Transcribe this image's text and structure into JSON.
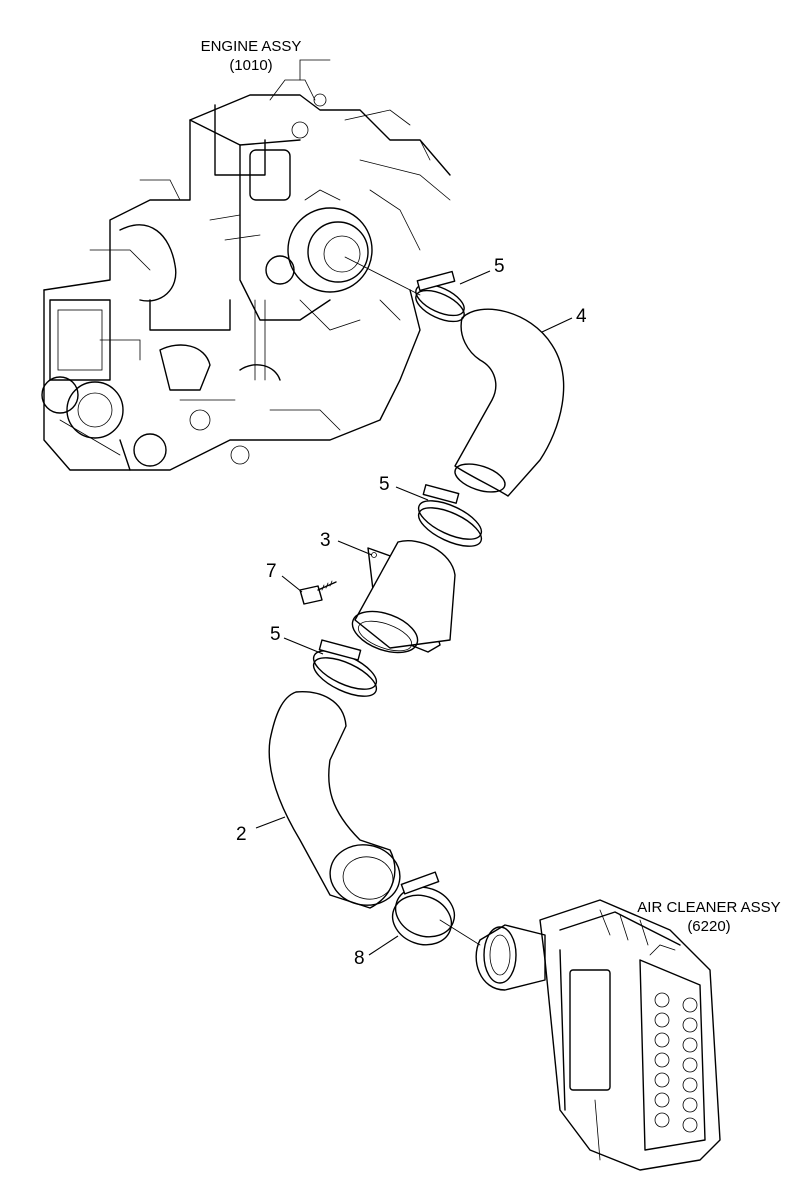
{
  "assemblies": {
    "engine": {
      "name": "ENGINE ASSY",
      "code": "(1010)"
    },
    "air_cleaner": {
      "name": "AIR CLEANER ASSY",
      "code": "(6220)"
    }
  },
  "callouts": {
    "clamp_top": "5",
    "hose_upper": "4",
    "clamp_mid_upper": "5",
    "adapter": "3",
    "bolt": "7",
    "clamp_mid_lower": "5",
    "hose_lower": "2",
    "clamp_bottom": "8"
  }
}
